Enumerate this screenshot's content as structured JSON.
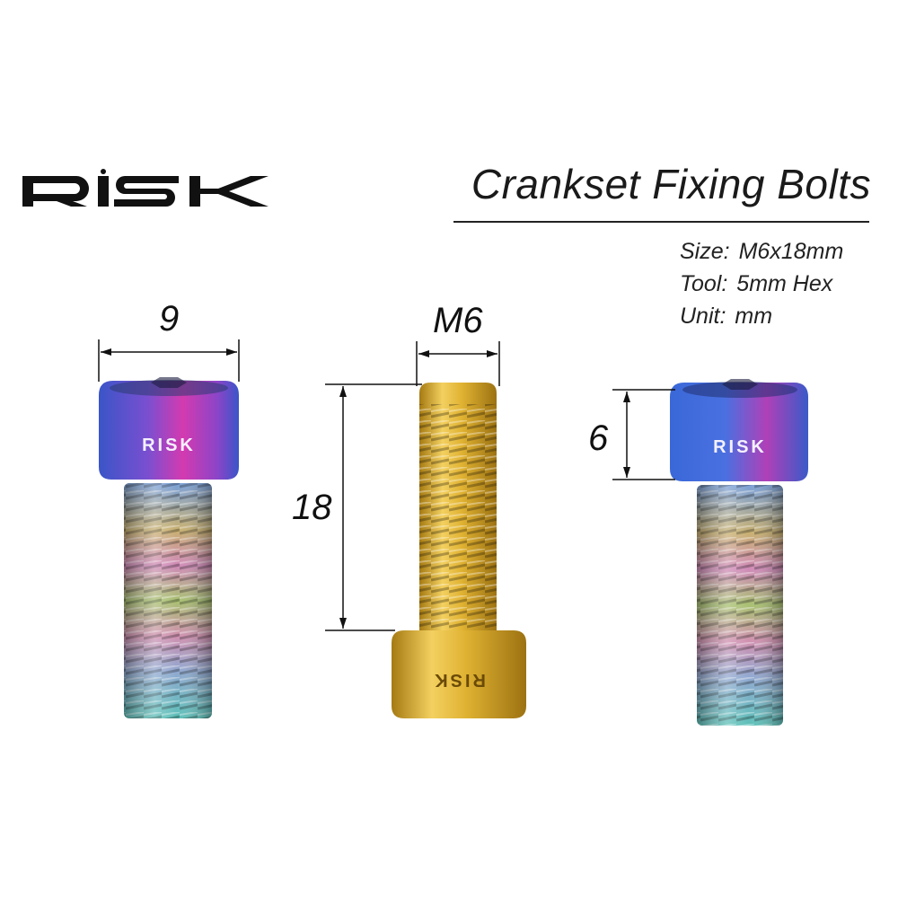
{
  "brand": {
    "logo_text": "RISK"
  },
  "title": "Crankset Fixing Bolts",
  "specs": [
    {
      "label": "Size:",
      "value": "M6x18mm"
    },
    {
      "label": "Tool:",
      "value": "5mm Hex"
    },
    {
      "label": "Unit:",
      "value": "mm"
    }
  ],
  "dimensions": {
    "head_diameter": "9",
    "thread_diameter": "M6",
    "length": "18",
    "head_height": "6"
  },
  "bolts": [
    {
      "finish": "rainbow",
      "head_marking": "RISK"
    },
    {
      "finish": "gold",
      "head_marking": "RISK"
    },
    {
      "finish": "rainbow",
      "head_marking": "RISK"
    }
  ],
  "colors": {
    "gold": "#d4a82a",
    "text": "#111111",
    "rainbow_blue": "#3a5fd0",
    "rainbow_magenta": "#c03aa0"
  }
}
